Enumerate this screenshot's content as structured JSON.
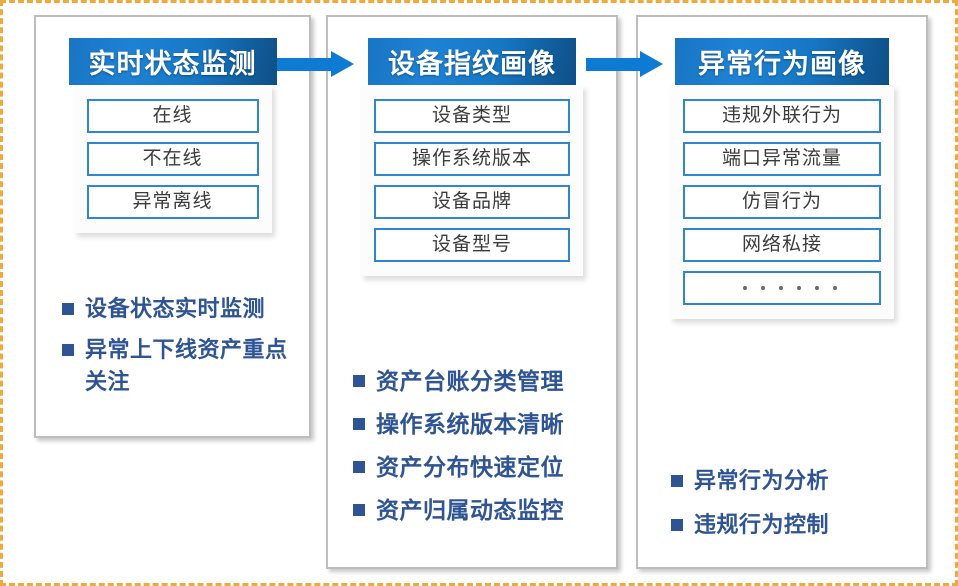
{
  "figure": {
    "border_color": "#f2a93b",
    "header_gradient_from": "#1e82d4",
    "header_gradient_to": "#0e4f86",
    "item_border_color": "#2f86cc",
    "bullet_color": "#2e5494",
    "arrow_color": "#0d7ad4"
  },
  "columns": [
    {
      "header": "实时状态监测",
      "items": [
        {
          "label": "在线",
          "type": "text"
        },
        {
          "label": "不在线",
          "type": "text"
        },
        {
          "label": "异常离线",
          "type": "text"
        }
      ],
      "bullets": [
        "设备状态实时监测",
        "异常上下线资产重点关注"
      ]
    },
    {
      "header": "设备指纹画像",
      "items": [
        {
          "label": "设备类型",
          "type": "text"
        },
        {
          "label": "操作系统版本",
          "type": "text"
        },
        {
          "label": "设备品牌",
          "type": "text"
        },
        {
          "label": "设备型号",
          "type": "text"
        }
      ],
      "bullets": [
        "资产台账分类管理",
        "操作系统版本清晰",
        "资产分布快速定位",
        "资产归属动态监控"
      ]
    },
    {
      "header": "异常行为画像",
      "items": [
        {
          "label": "违规外联行为",
          "type": "text"
        },
        {
          "label": "端口异常流量",
          "type": "text"
        },
        {
          "label": "仿冒行为",
          "type": "text"
        },
        {
          "label": "网络私接",
          "type": "text"
        },
        {
          "label": "······",
          "type": "dots",
          "dot_count": 6
        }
      ],
      "bullets": [
        "异常行为分析",
        "违规行为控制"
      ]
    }
  ],
  "arrows": [
    {
      "name": "arrow-col1-to-col2",
      "direction": "right"
    },
    {
      "name": "arrow-col2-to-col3",
      "direction": "right"
    }
  ]
}
